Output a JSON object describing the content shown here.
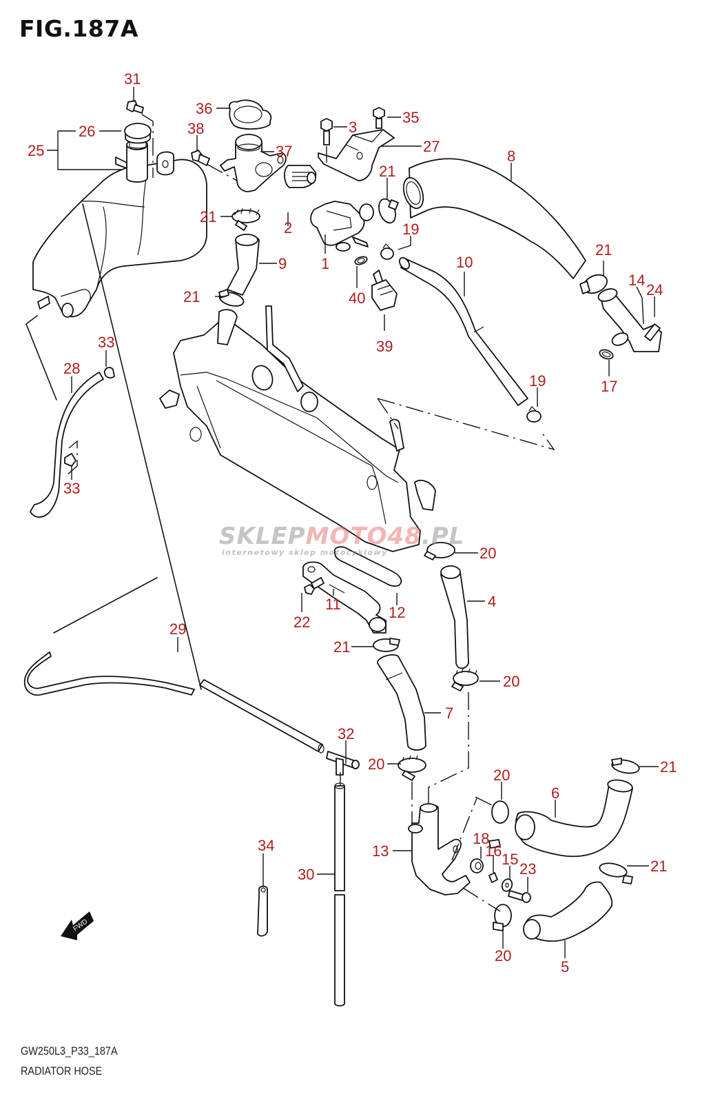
{
  "figure": {
    "title": "FIG.187A",
    "code": "GW250L3_P33_187A",
    "name": "RADIATOR HOSE",
    "direction_marker": "FWD"
  },
  "watermark": {
    "brand_part1": "SKLEP",
    "brand_part2": "MOTO",
    "brand_part3": "48",
    "brand_part4": ".PL",
    "tagline": "internetowy sklep motocyklowy"
  },
  "colors": {
    "callout": "#b01c1c",
    "line": "#111111"
  },
  "callouts": [
    {
      "id": "c31",
      "label": "31"
    },
    {
      "id": "c36",
      "label": "36"
    },
    {
      "id": "c38",
      "label": "38"
    },
    {
      "id": "c26",
      "label": "26"
    },
    {
      "id": "c25",
      "label": "25"
    },
    {
      "id": "c37",
      "label": "37"
    },
    {
      "id": "c3",
      "label": "3"
    },
    {
      "id": "c35",
      "label": "35"
    },
    {
      "id": "c27",
      "label": "27"
    },
    {
      "id": "c21a",
      "label": "21"
    },
    {
      "id": "c8",
      "label": "8"
    },
    {
      "id": "c21b",
      "label": "21"
    },
    {
      "id": "c2",
      "label": "2"
    },
    {
      "id": "c19a",
      "label": "19"
    },
    {
      "id": "c9",
      "label": "9"
    },
    {
      "id": "c1",
      "label": "1"
    },
    {
      "id": "c10",
      "label": "10"
    },
    {
      "id": "c21c",
      "label": "21"
    },
    {
      "id": "c14",
      "label": "14"
    },
    {
      "id": "c24",
      "label": "24"
    },
    {
      "id": "c21d",
      "label": "21"
    },
    {
      "id": "c40",
      "label": "40"
    },
    {
      "id": "c39",
      "label": "39"
    },
    {
      "id": "c17",
      "label": "17"
    },
    {
      "id": "c33a",
      "label": "33"
    },
    {
      "id": "c28",
      "label": "28"
    },
    {
      "id": "c19b",
      "label": "19"
    },
    {
      "id": "c33b",
      "label": "33"
    },
    {
      "id": "c20a",
      "label": "20"
    },
    {
      "id": "c4",
      "label": "4"
    },
    {
      "id": "c11",
      "label": "11"
    },
    {
      "id": "c12",
      "label": "12"
    },
    {
      "id": "c22",
      "label": "22"
    },
    {
      "id": "c29",
      "label": "29"
    },
    {
      "id": "c21e",
      "label": "21"
    },
    {
      "id": "c20b",
      "label": "20"
    },
    {
      "id": "c7",
      "label": "7"
    },
    {
      "id": "c32",
      "label": "32"
    },
    {
      "id": "c20c",
      "label": "20"
    },
    {
      "id": "c21f",
      "label": "21"
    },
    {
      "id": "c20d",
      "label": "20"
    },
    {
      "id": "c6",
      "label": "6"
    },
    {
      "id": "c13",
      "label": "13"
    },
    {
      "id": "c18",
      "label": "18"
    },
    {
      "id": "c16",
      "label": "16"
    },
    {
      "id": "c15",
      "label": "15"
    },
    {
      "id": "c23",
      "label": "23"
    },
    {
      "id": "c21g",
      "label": "21"
    },
    {
      "id": "c34",
      "label": "34"
    },
    {
      "id": "c30",
      "label": "30"
    },
    {
      "id": "c20e",
      "label": "20"
    },
    {
      "id": "c5",
      "label": "5"
    }
  ]
}
